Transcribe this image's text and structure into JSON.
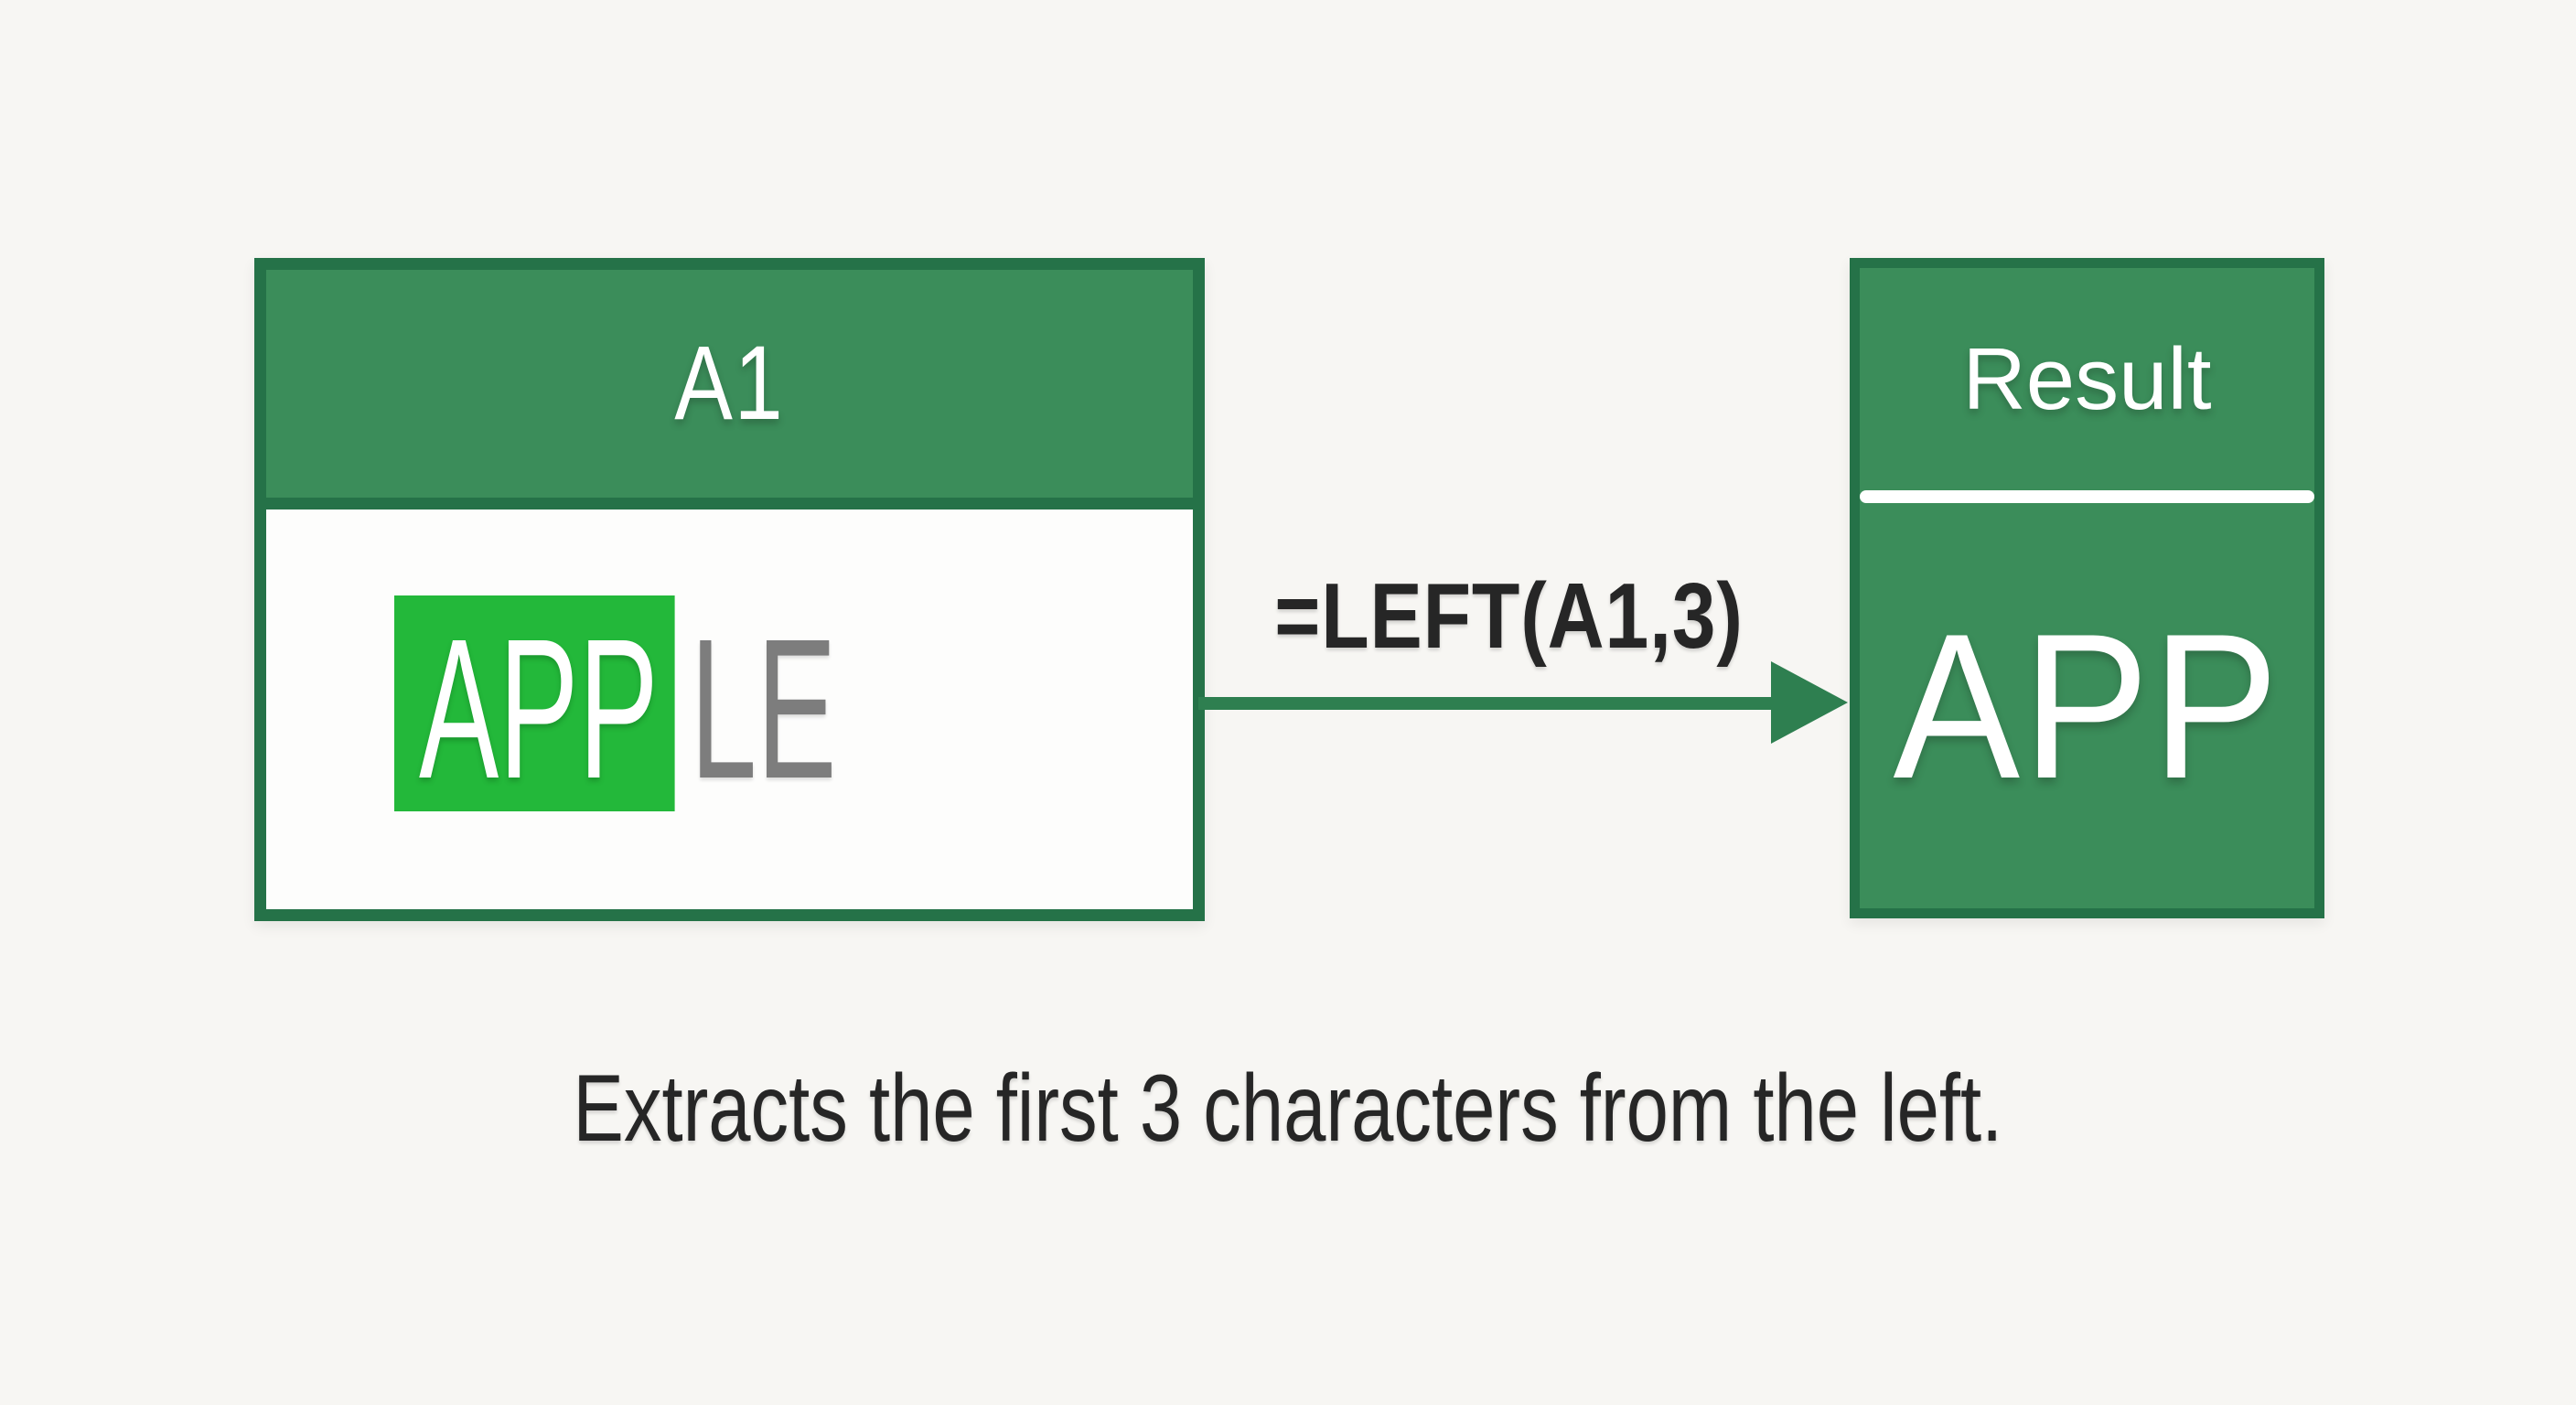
{
  "colors": {
    "background": "#f7f6f3",
    "box-green": "#3b8d5a",
    "border-green": "#257248",
    "bright-green": "#23b83a",
    "arrow-green": "#2e7f50",
    "text-dark": "#262626",
    "text-gray": "#7d7d7d"
  },
  "source_cell": {
    "header_label": "A1",
    "value_highlighted": "APP",
    "value_remainder": "LE"
  },
  "transformation": {
    "formula": "=LEFT(A1,3)"
  },
  "result_cell": {
    "header_label": "Result",
    "value": "APP"
  },
  "caption": "Extracts the first 3 characters from the left."
}
